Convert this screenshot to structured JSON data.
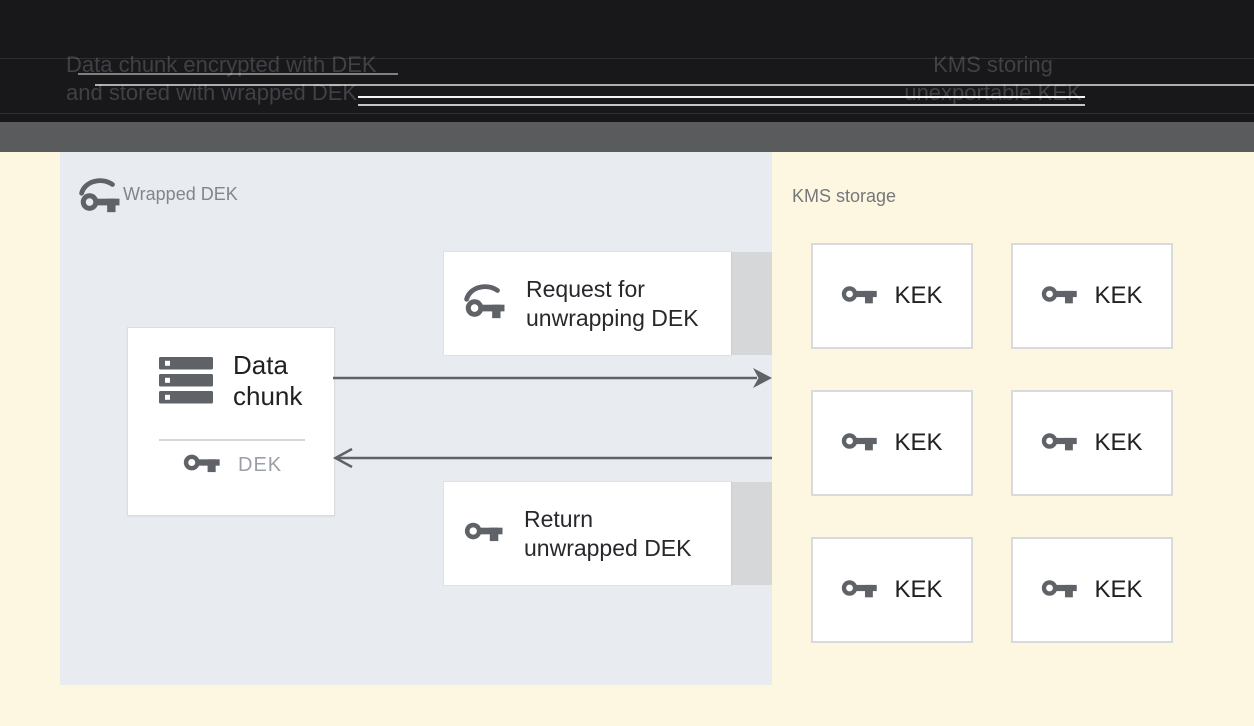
{
  "header": {
    "left_note_line1": "Data chunk encrypted with DEK",
    "left_note_line2": "and stored with wrapped DEK",
    "right_note_line1": "KMS storing",
    "right_note_line2": "unexportable KEK"
  },
  "wrapped_panel": {
    "label": "Wrapped DEK",
    "data_chunk": {
      "line1": "Data",
      "line2": "chunk",
      "key_label": "DEK"
    },
    "request": {
      "line1": "Request for",
      "line2": "unwrapping DEK"
    },
    "return_msg": {
      "line1": "Return",
      "line2": "unwrapped DEK"
    }
  },
  "kms": {
    "label": "KMS storage",
    "keks": [
      {
        "label": "KEK"
      },
      {
        "label": "KEK"
      },
      {
        "label": "KEK"
      },
      {
        "label": "KEK"
      },
      {
        "label": "KEK"
      },
      {
        "label": "KEK"
      }
    ]
  },
  "colors": {
    "header_bg": "#18181a",
    "band_gray": "#5a5b5d",
    "panel_blue_gray": "#e8ecf1",
    "kms_cream": "#fdf7e2",
    "icon_gray": "#5f6368",
    "box_border": "#dadce0",
    "muted_label": "#80868b"
  }
}
